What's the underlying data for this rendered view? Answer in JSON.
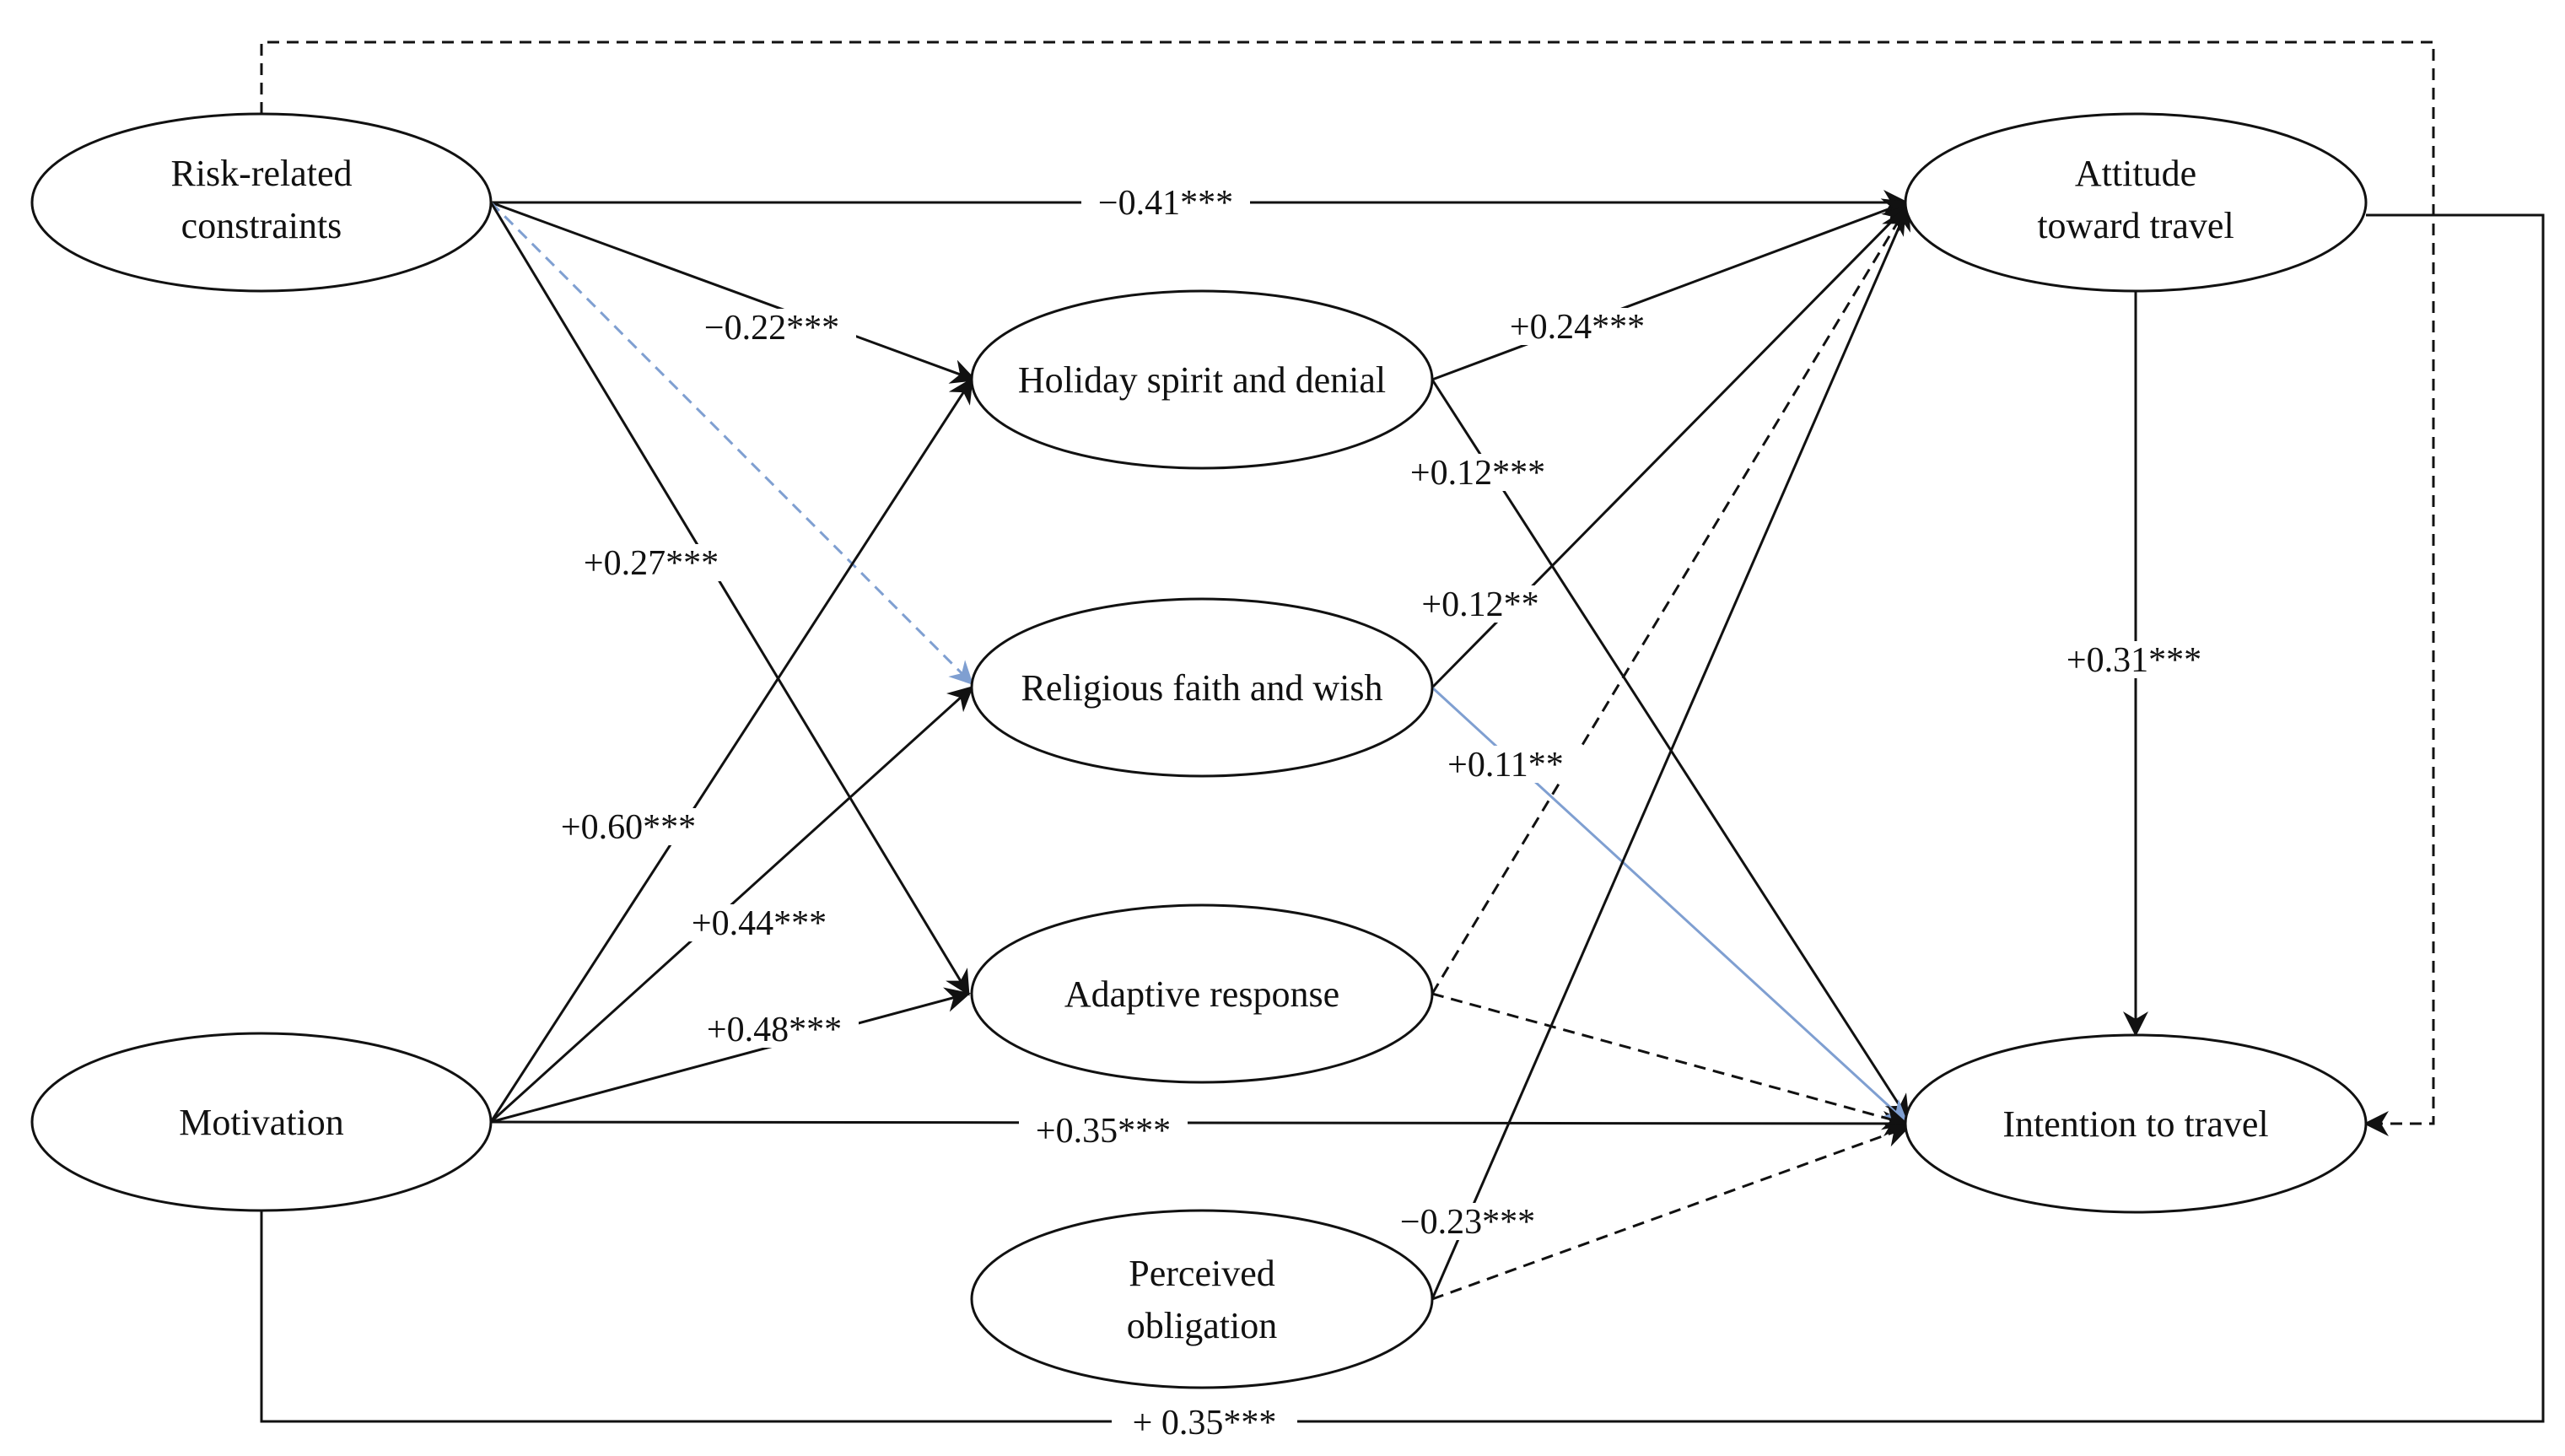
{
  "colors": {
    "ink": "#111111",
    "blue_path": "#7f9fd1",
    "label_bg": "#ffffff"
  },
  "nodes": {
    "risk": {
      "lines": [
        "Risk-related",
        "constraints"
      ]
    },
    "motivation": {
      "lines": [
        "Motivation"
      ]
    },
    "holiday": {
      "lines": [
        "Holiday spirit and denial"
      ]
    },
    "religious": {
      "lines": [
        "Religious faith and wish"
      ]
    },
    "adaptive": {
      "lines": [
        "Adaptive response"
      ]
    },
    "obligation": {
      "lines": [
        "Perceived",
        "obligation"
      ]
    },
    "attitude": {
      "lines": [
        "Attitude",
        "toward travel"
      ]
    },
    "intention": {
      "lines": [
        "Intention to travel"
      ]
    }
  },
  "paths": [
    {
      "id": "risk-attitude",
      "from": "risk",
      "to": "attitude",
      "coef": "−0.41***",
      "style": "solid"
    },
    {
      "id": "risk-holiday",
      "from": "risk",
      "to": "holiday",
      "coef": "−0.22***",
      "style": "solid"
    },
    {
      "id": "risk-religious",
      "from": "risk",
      "to": "religious",
      "coef": "",
      "style": "dashed-blue"
    },
    {
      "id": "risk-adaptive",
      "from": "risk",
      "to": "adaptive",
      "coef": "+0.27***",
      "style": "solid"
    },
    {
      "id": "risk-intention",
      "from": "risk",
      "to": "intention",
      "coef": "",
      "style": "dashed"
    },
    {
      "id": "motivation-holiday",
      "from": "motivation",
      "to": "holiday",
      "coef": "+0.60***",
      "style": "solid"
    },
    {
      "id": "motivation-religious",
      "from": "motivation",
      "to": "religious",
      "coef": "+0.44***",
      "style": "solid"
    },
    {
      "id": "motivation-adaptive",
      "from": "motivation",
      "to": "adaptive",
      "coef": "+0.48***",
      "style": "solid"
    },
    {
      "id": "motivation-intention",
      "from": "motivation",
      "to": "intention",
      "coef": "+0.35***",
      "style": "solid"
    },
    {
      "id": "motivation-attitude",
      "from": "motivation",
      "to": "attitude",
      "coef": "+ 0.35***",
      "style": "solid"
    },
    {
      "id": "holiday-attitude",
      "from": "holiday",
      "to": "attitude",
      "coef": "+0.24***",
      "style": "solid"
    },
    {
      "id": "holiday-intention",
      "from": "holiday",
      "to": "intention",
      "coef": "+0.12***",
      "style": "solid"
    },
    {
      "id": "religious-attitude",
      "from": "religious",
      "to": "attitude",
      "coef": "+0.12**",
      "style": "solid"
    },
    {
      "id": "religious-intention",
      "from": "religious",
      "to": "intention",
      "coef": "+0.11**",
      "style": "blue"
    },
    {
      "id": "adaptive-attitude",
      "from": "adaptive",
      "to": "attitude",
      "coef": "",
      "style": "dashed"
    },
    {
      "id": "adaptive-intention",
      "from": "adaptive",
      "to": "intention",
      "coef": "",
      "style": "dashed"
    },
    {
      "id": "obligation-attitude",
      "from": "obligation",
      "to": "attitude",
      "coef": "−0.23***",
      "style": "solid"
    },
    {
      "id": "obligation-intention",
      "from": "obligation",
      "to": "intention",
      "coef": "",
      "style": "dashed"
    },
    {
      "id": "attitude-intention",
      "from": "attitude",
      "to": "intention",
      "coef": "+0.31***",
      "style": "solid"
    }
  ]
}
